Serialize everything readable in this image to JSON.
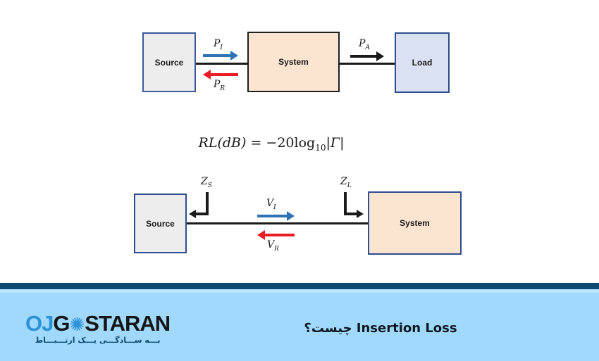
{
  "colors": {
    "navy_bar": "#0e4a74",
    "footer_bg": "#a0d9fc",
    "footer_strip": "#bde5fd",
    "arrow_blue": "#2e74b5",
    "arrow_red": "#ea1c24",
    "arrow_black": "#1a1a1a",
    "source_fill": "#ededed",
    "system_fill": "#fbe4d0",
    "load_fill": "#d9e1f2",
    "blue_border": "#2f4d8f",
    "logo_blue": "#2d93d8"
  },
  "power_diagram": {
    "source_label": "Source",
    "system_label": "System",
    "load_label": "Load",
    "incident": {
      "base": "P",
      "sub": "I"
    },
    "reflected": {
      "base": "P",
      "sub": "R"
    },
    "accepted": {
      "base": "P",
      "sub": "A"
    }
  },
  "formula": {
    "lhs": "RL(dB)",
    "eq": " = −20log",
    "sub": "10",
    "open": "|",
    "gamma": "Γ",
    "close": "|"
  },
  "voltage_diagram": {
    "source_label": "Source",
    "system_label": "System",
    "zs": {
      "base": "Z",
      "sub": "S"
    },
    "zl": {
      "base": "Z",
      "sub": "L"
    },
    "vi": {
      "base": "V",
      "sub": "I"
    },
    "vr": {
      "base": "V",
      "sub": "R"
    }
  },
  "footer": {
    "logo": {
      "part1": "OJ",
      "part2": "G",
      "gear_glyph": "✺",
      "part3": "STARAN",
      "tagline": "بـــه ســـادگـــی یـــک ارتـــبـــاط"
    },
    "title": "Insertion Loss چیست؟"
  }
}
